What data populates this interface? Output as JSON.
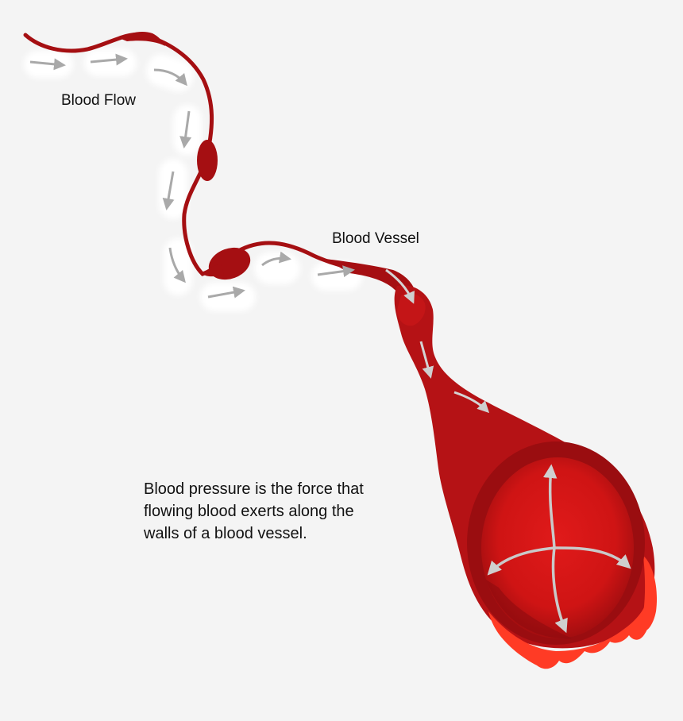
{
  "labels": {
    "blood_flow": "Blood Flow",
    "blood_vessel": "Blood Vessel"
  },
  "caption": {
    "lines": [
      "Blood pressure is the force that",
      "flowing blood exerts along the",
      "walls of a blood vessel."
    ]
  },
  "colors": {
    "background": "#f4f4f4",
    "vessel_dark": "#9f0f10",
    "vessel_main": "#b81315",
    "vessel_highlight": "#e31a1a",
    "splash": "#ff3b25",
    "arrow": "#bdbdbd"
  },
  "icons": {
    "flow_arrow": "arrow-right-icon",
    "pressure_arrow": "outward-arrow-icon"
  }
}
